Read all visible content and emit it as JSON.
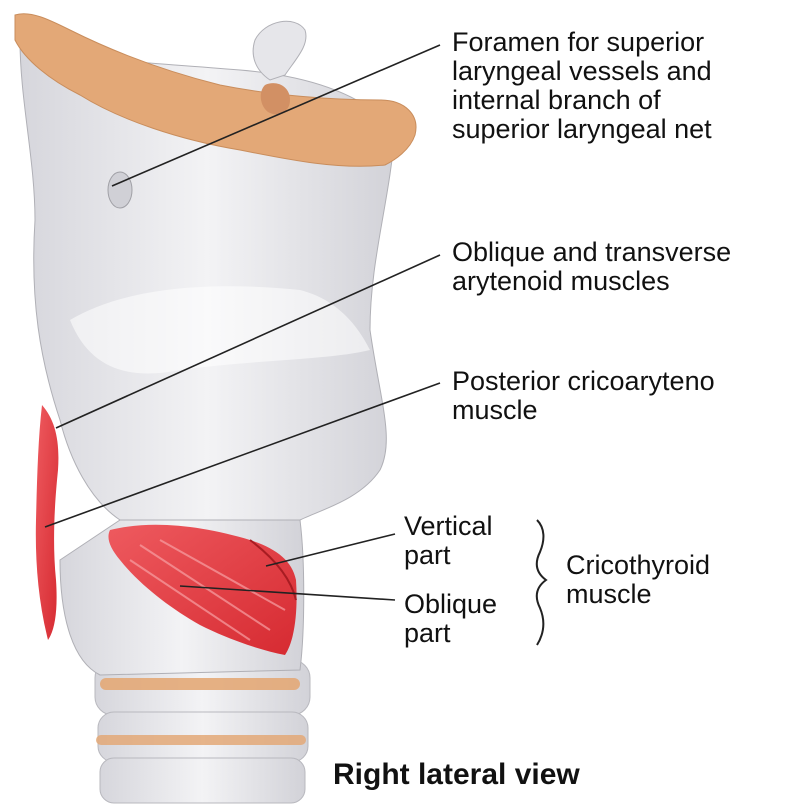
{
  "labels": {
    "foramen": [
      "Foramen for superior",
      "laryngeal vessels and",
      "internal branch of",
      "superior laryngeal net"
    ],
    "oblique_transverse": [
      "Oblique and transverse",
      "arytenoid muscles"
    ],
    "posterior": [
      "Posterior cricoaryteno",
      "muscle"
    ],
    "vertical": [
      "Vertical",
      "part"
    ],
    "oblique_part": [
      "Oblique",
      "part"
    ],
    "cricothyroid": [
      "Cricothyroid",
      "muscle"
    ]
  },
  "title": "Right lateral view",
  "colors": {
    "bone": "#e3a877",
    "cartilage": "#e9e9ec",
    "muscle": "#e0343a",
    "line": "#222222"
  }
}
